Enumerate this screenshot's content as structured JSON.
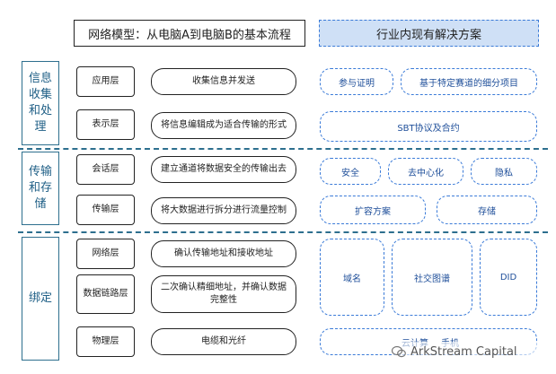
{
  "title": "网络模型：从电脑A到电脑B的基本流程",
  "header_right": "行业内现有解决方案",
  "groups": [
    "信息收集和处理",
    "传输和存储",
    "绑定"
  ],
  "layers": [
    {
      "name": "应用层",
      "desc": "收集信息并发送"
    },
    {
      "name": "表示层",
      "desc": "将信息编辑成为适合传输的形式"
    },
    {
      "name": "会话层",
      "desc": "建立通道将数据安全的传输出去"
    },
    {
      "name": "传输层",
      "desc": "将大数据进行拆分进行流量控制"
    },
    {
      "name": "网络层",
      "desc": "确认传输地址和接收地址"
    },
    {
      "name": "数据链路层",
      "desc": "二次确认精细地址，并确认数据完整性"
    },
    {
      "name": "物理层",
      "desc": "电缆和光纤"
    }
  ],
  "solutions": {
    "app": [
      "参与证明",
      "基于特定赛道的细分项目"
    ],
    "presentation": [
      "SBT协议及合约"
    ],
    "session": [
      "安全",
      "去中心化",
      "隐私"
    ],
    "transport": [
      "扩容方案",
      "存储"
    ],
    "binding": [
      "域名",
      "社交图谱",
      "DID"
    ],
    "physical": [
      "云计算",
      "手机"
    ]
  },
  "watermark": "ArkStream Capital",
  "colors": {
    "accent_blue": "#3b7bd8",
    "header_fill": "#cfe0f6",
    "group_teal": "#2d6f8e"
  }
}
